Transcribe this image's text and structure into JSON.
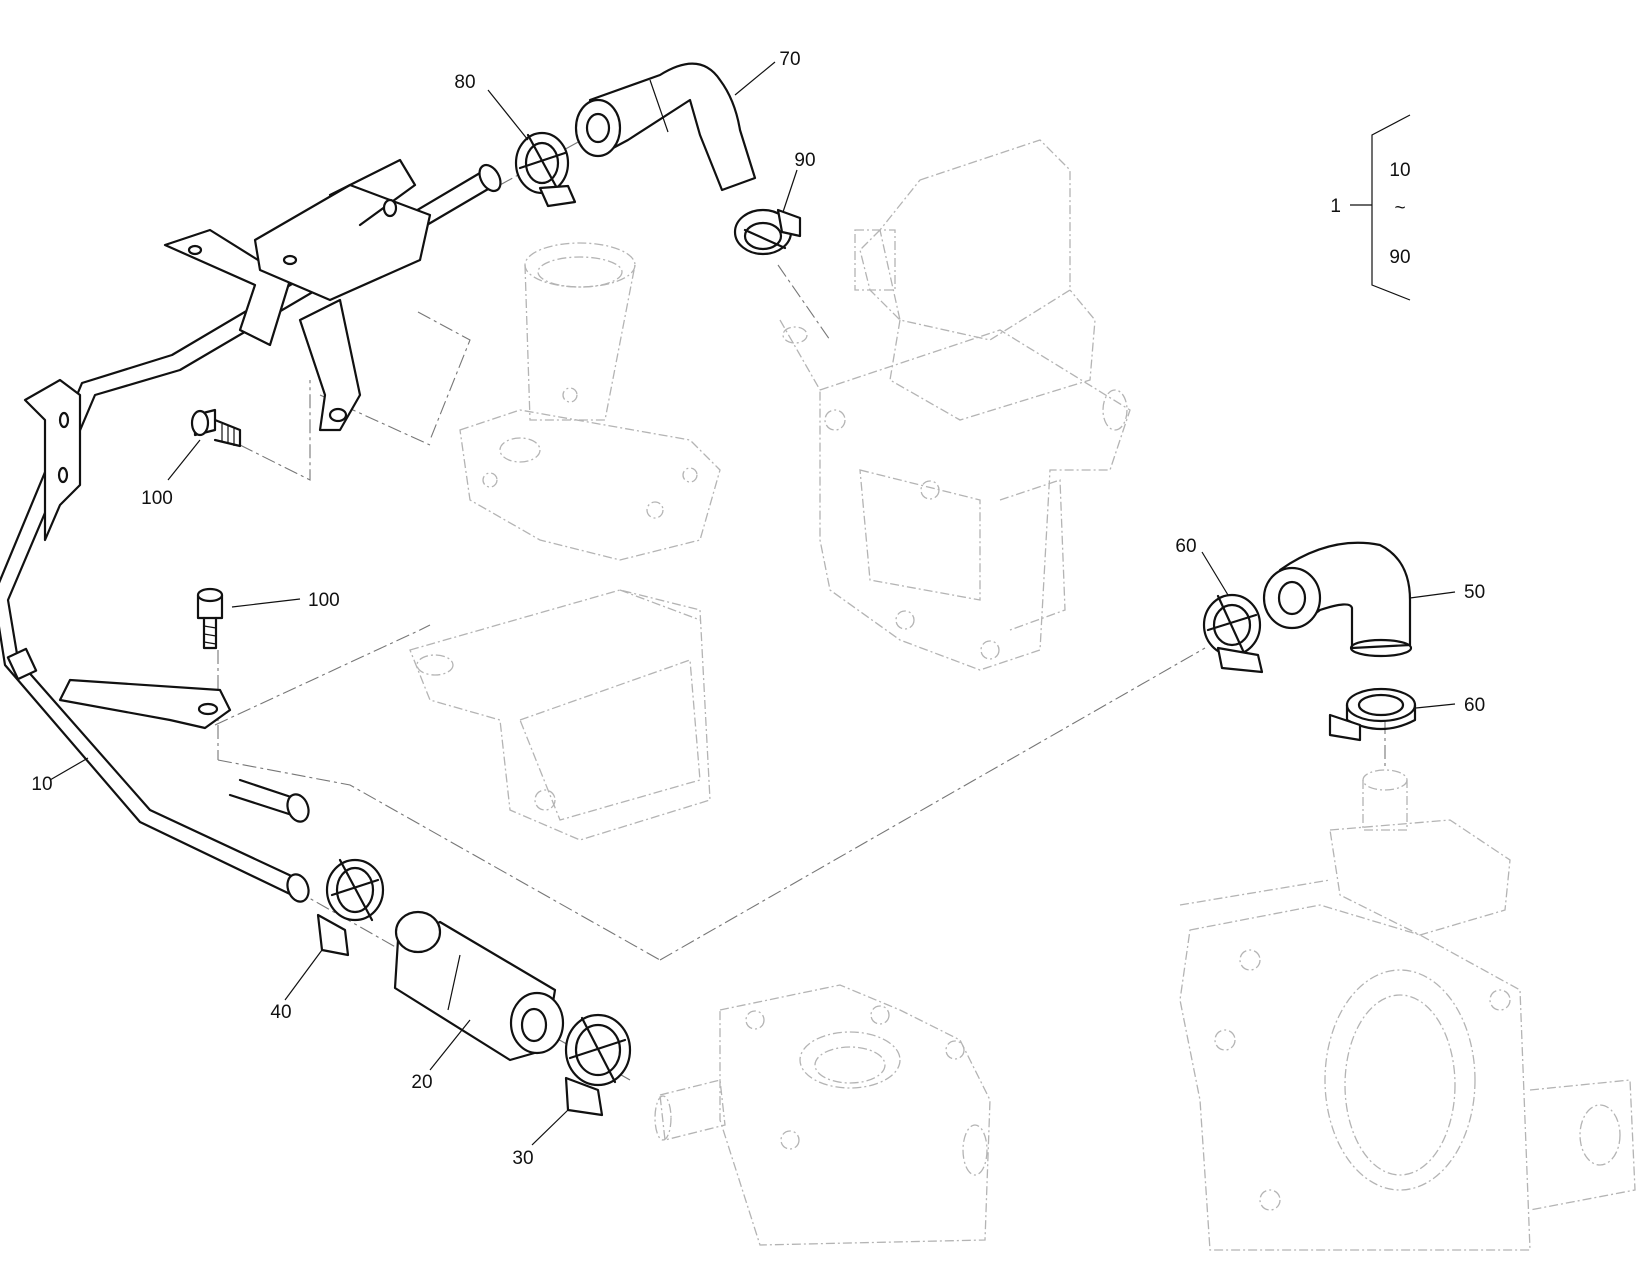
{
  "callouts": {
    "c1": "1",
    "c10": "10",
    "c20": "20",
    "c30": "30",
    "c40": "40",
    "c50": "50",
    "c60a": "60",
    "c60b": "60",
    "c70": "70",
    "c80": "80",
    "c90": "90",
    "c100a": "100",
    "c100b": "100"
  },
  "range_bracket": {
    "from": "10",
    "separator": "~",
    "to": "90"
  },
  "colors": {
    "line": "#111111",
    "ghost": "#b4b4b4",
    "background": "#ffffff"
  }
}
